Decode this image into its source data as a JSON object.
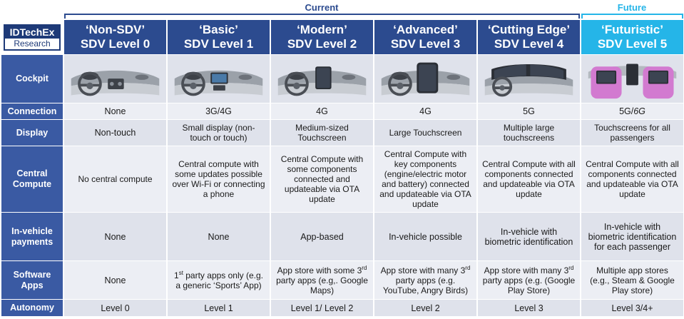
{
  "logo": {
    "brand": "IDTechEx",
    "sub": "Research"
  },
  "groups": {
    "current": "Current",
    "future": "Future"
  },
  "colors": {
    "header": "#2c4b8f",
    "future_header": "#25b5e8",
    "row_label": "#3a5aa3",
    "row_a": "#dfe2eb",
    "row_b": "#eceef4"
  },
  "columns": [
    {
      "name": "‘Non-SDV’",
      "level": "SDV Level 0"
    },
    {
      "name": "‘Basic’",
      "level": "SDV Level 1"
    },
    {
      "name": "‘Modern’",
      "level": "SDV Level 2"
    },
    {
      "name": "‘Advanced’",
      "level": "SDV Level 3"
    },
    {
      "name": "‘Cutting Edge’",
      "level": "SDV Level 4"
    },
    {
      "name": "‘Futuristic’",
      "level": "SDV Level 5"
    }
  ],
  "rows": [
    {
      "label": "Cockpit",
      "cells": [
        "cockpit-analog-console-icon",
        "cockpit-small-display-icon",
        "cockpit-medium-touchscreen-icon",
        "cockpit-large-touchscreen-icon",
        "cockpit-multiple-screens-icon",
        "cockpit-passenger-screens-icon"
      ]
    },
    {
      "label": "Connection",
      "cells": [
        "None",
        "3G/4G",
        "4G",
        "4G",
        "5G",
        {
          "a": "5G/",
          "i": "6G"
        }
      ]
    },
    {
      "label": "Display",
      "cells": [
        "Non-touch",
        "Small display (non-touch or touch)",
        "Medium-sized Touchscreen",
        "Large Touchscreen",
        "Multiple large touchscreens",
        "Touchscreens for all passengers"
      ]
    },
    {
      "label": "Central Compute",
      "cells": [
        "No central compute",
        "Central compute with some updates possible over Wi-Fi or connecting a phone",
        "Central Compute with some components connected and updateable via OTA update",
        "Central Compute with key components (engine/electric motor and battery) connected and updateable via OTA update",
        "Central Compute with all components connected and updateable via OTA update",
        "Central Compute with all components connected and updateable via OTA update"
      ]
    },
    {
      "label": "In-vehicle payments",
      "cells": [
        "None",
        "None",
        "App-based",
        "In-vehicle possible",
        "In-vehicle with biometric identification",
        "In-vehicle with biometric identification for each passenger"
      ]
    },
    {
      "label": "Software Apps",
      "cells": [
        "None",
        {
          "a": "1",
          "sup": "st",
          "b": " party apps only (e.g. a generic ‘Sports’ App)"
        },
        {
          "a": "App store with some 3",
          "sup": "rd",
          "b": " party apps (e.g,. Google Maps)"
        },
        {
          "a": "App store with many 3",
          "sup": "rd",
          "b": " party apps (e.g. YouTube, Angry Birds)"
        },
        {
          "a": "App store with many 3",
          "sup": "rd",
          "b": " party apps (e.g. (Google Play Store)"
        },
        "Multiple app stores (e.g., Steam & Google Play store)"
      ]
    },
    {
      "label": "Autonomy",
      "cells": [
        "Level 0",
        "Level 1",
        "Level 1/ Level 2",
        "Level 2",
        "Level 3",
        "Level 3/4+"
      ]
    }
  ]
}
